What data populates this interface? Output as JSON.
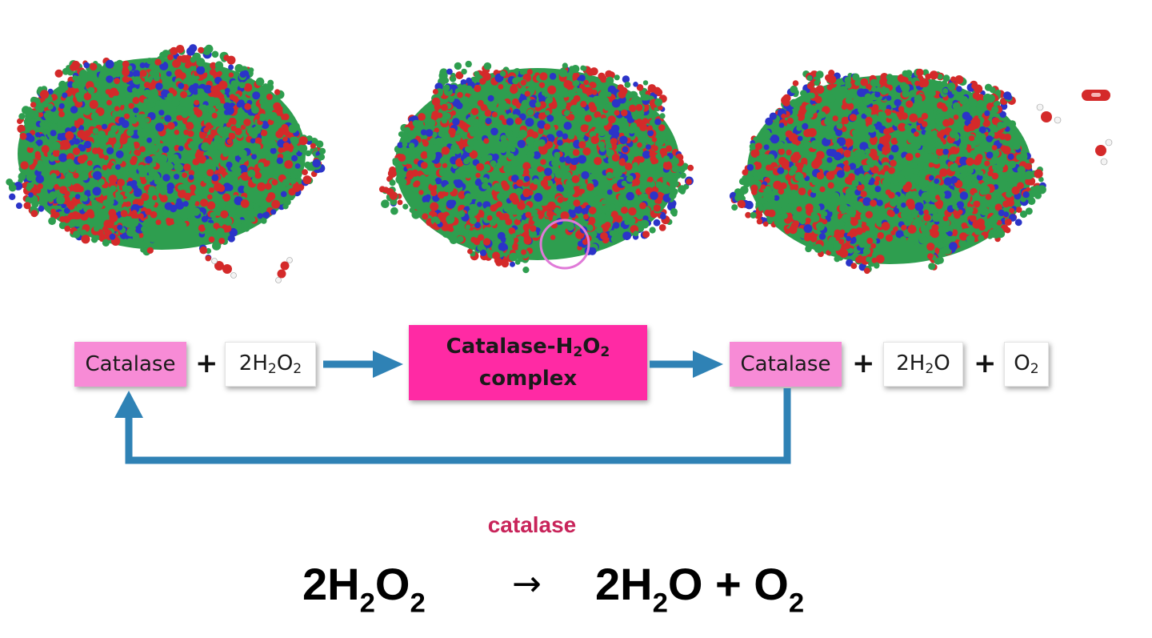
{
  "colors": {
    "atom_green": "#2e9e4f",
    "atom_red": "#d42a2a",
    "atom_blue": "#2b34c8",
    "enzyme_box": "#f78bd6",
    "complex_box": "#ff2aa4",
    "arrow": "#2f82b5",
    "enzyme_label": "#c8245a",
    "highlight_circle": "#e07ad8"
  },
  "images": [
    {
      "name": "catalase-protein-with-peroxide",
      "description": "space-filling protein model",
      "icon": "protein-model-icon"
    },
    {
      "name": "catalase-protein-bound-complex",
      "description": "space-filling protein model",
      "icon": "protein-model-icon"
    },
    {
      "name": "catalase-protein-released-products",
      "description": "space-filling protein model",
      "icon": "protein-model-icon"
    }
  ],
  "cycle": {
    "reactant_enzyme": "Catalase",
    "plus_1": "+",
    "substrate": {
      "coef": "2H",
      "sub1": "2",
      "mid": "O",
      "sub2": "2"
    },
    "complex": {
      "line1_pre": "Catalase-H",
      "line1_sub1": "2",
      "line1_mid": "O",
      "line1_sub2": "2",
      "line2": "complex"
    },
    "product_enzyme": "Catalase",
    "plus_2": "+",
    "water": {
      "coef": "2H",
      "sub": "2",
      "post": "O"
    },
    "plus_3": "+",
    "oxygen": {
      "pre": "O",
      "sub": "2"
    }
  },
  "equation": {
    "enzyme_label": "catalase",
    "left": {
      "pre": "2H",
      "sub1": "2",
      "mid": "O",
      "sub2": "2"
    },
    "arrow": "→",
    "right": {
      "pre": "2H",
      "sub1": "2",
      "mid": "O + O",
      "sub2": "2"
    }
  }
}
